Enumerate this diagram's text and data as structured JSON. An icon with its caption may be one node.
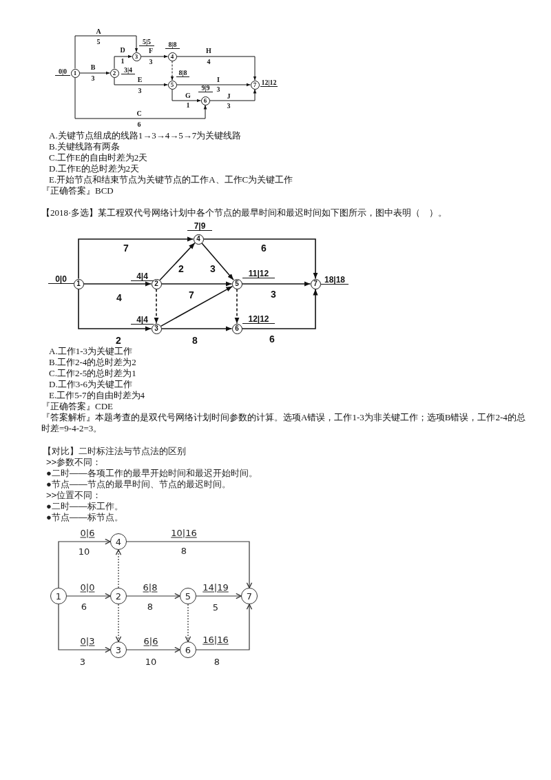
{
  "diagram": {
    "nodes": [
      {
        "text": [
          "1"
        ],
        "beside": [
          "0|0"
        ]
      },
      {
        "text": [
          "2"
        ],
        "beside": [
          "3|4"
        ]
      },
      {
        "text": [
          "3"
        ],
        "beside": [
          "5|5"
        ]
      },
      {
        "text": [
          "4"
        ],
        "beside": [
          "8|8"
        ]
      },
      {
        "text": [
          "5"
        ],
        "beside": [
          "8|8"
        ]
      },
      {
        "text": [
          "6"
        ],
        "beside": [
          "9|9"
        ]
      },
      {
        "text": [
          "7"
        ],
        "beside": [
          "12|12"
        ]
      },
      {
        "text": [
          "1"
        ],
        "beside": [
          "0|0"
        ]
      },
      {
        "text": [
          "2"
        ],
        "beside": [
          "4|4"
        ]
      },
      {
        "text": [
          "3"
        ],
        "beside": [
          "4|4"
        ]
      },
      {
        "text": [
          "4"
        ],
        "beside": [
          "7|9"
        ]
      },
      {
        "text": [
          "5"
        ],
        "beside": [
          "11|12"
        ]
      },
      {
        "text": [
          "6"
        ],
        "beside": [
          "12|12"
        ]
      },
      {
        "text": [
          "7"
        ],
        "beside": [
          "18|18"
        ]
      },
      {
        "text": [
          "1"
        ]
      },
      {
        "text": [
          "2"
        ]
      },
      {
        "text": [
          "3"
        ]
      },
      {
        "text": [
          "4"
        ]
      },
      {
        "text": [
          "5"
        ]
      },
      {
        "text": [
          "6"
        ]
      },
      {
        "text": [
          "7"
        ]
      }
    ],
    "edges": [
      {
        "from": 0,
        "to": 2,
        "arrow": "to",
        "label": "A"
      },
      {
        "from": 0,
        "to": 1,
        "arrow": "to",
        "label": "B"
      },
      {
        "from": 0,
        "to": 5,
        "arrow": "to",
        "label": "C"
      },
      {
        "from": 1,
        "to": 2,
        "arrow": "to",
        "label": "D"
      },
      {
        "from": 1,
        "to": 4,
        "arrow": "to",
        "label": "E"
      },
      {
        "from": 2,
        "to": 3,
        "arrow": "to",
        "label": "F"
      },
      {
        "from": 3,
        "to": 6,
        "arrow": "to",
        "label": "H"
      },
      {
        "from": 3,
        "to": 4,
        "arrow": "to",
        "style": "dashed"
      },
      {
        "from": 4,
        "to": 6,
        "arrow": "to",
        "label": "I"
      },
      {
        "from": 4,
        "to": 5,
        "arrow": "to",
        "label": "G"
      },
      {
        "from": 5,
        "to": 6,
        "arrow": "to",
        "label": "J"
      },
      {
        "from": 7,
        "to": 10,
        "arrow": "to",
        "label": "7"
      },
      {
        "from": 10,
        "to": 13,
        "arrow": "to",
        "label": "6"
      },
      {
        "from": 8,
        "to": 10,
        "arrow": "to",
        "label": "2"
      },
      {
        "from": 10,
        "to": 11,
        "arrow": "to",
        "label": "3"
      },
      {
        "from": 7,
        "to": 8,
        "arrow": "to",
        "label": "4"
      },
      {
        "from": 8,
        "to": 11,
        "arrow": "to",
        "label": "7"
      },
      {
        "from": 11,
        "to": 13,
        "arrow": "to",
        "label": "3"
      },
      {
        "from": 8,
        "to": 9,
        "arrow": "to",
        "style": "dashed"
      },
      {
        "from": 11,
        "to": 12,
        "arrow": "to",
        "style": "dashed"
      },
      {
        "from": 9,
        "to": 11,
        "arrow": "to"
      },
      {
        "from": 7,
        "to": 9,
        "arrow": "to",
        "label": "2"
      },
      {
        "from": 9,
        "to": 12,
        "arrow": "to",
        "label": "8"
      },
      {
        "from": 12,
        "to": 13,
        "arrow": "to",
        "label": "6"
      },
      {
        "from": 14,
        "to": 17,
        "arrow": "to",
        "label": "0|6"
      },
      {
        "from": 17,
        "to": 20,
        "arrow": "to",
        "label": "10|16"
      },
      {
        "from": 15,
        "to": 17,
        "arrow": "to",
        "style": "dashed"
      },
      {
        "from": 14,
        "to": 15,
        "arrow": "to",
        "label": "0|0"
      },
      {
        "from": 15,
        "to": 18,
        "arrow": "to",
        "label": "6|8"
      },
      {
        "from": 18,
        "to": 20,
        "arrow": "to",
        "label": "14|19"
      },
      {
        "from": 15,
        "to": 16,
        "arrow": "to",
        "style": "dashed"
      },
      {
        "from": 18,
        "to": 19,
        "arrow": "to",
        "style": "dashed"
      },
      {
        "from": 14,
        "to": 16,
        "arrow": "to",
        "label": "0|3"
      },
      {
        "from": 16,
        "to": 19,
        "arrow": "to",
        "label": "6|6"
      },
      {
        "from": 19,
        "to": 20,
        "arrow": "to",
        "label": "16|16"
      }
    ],
    "labels": [
      "5",
      "1",
      "3",
      "4",
      "3",
      "3",
      "3",
      "1",
      "3",
      "6",
      "A.关键节点组成的线路1→3→4→5→7为关键线路",
      "B.关键线路有两条",
      "C.工作E的自由时差为2天",
      "D.工作E的总时差为2天",
      "E.开始节点和结束节点为关键节点的工作A、工作C为关键工作",
      "『正确答案』BCD",
      "【2018·多选】某工程双代号网络计划中各个节点的最早时间和最迟时间如下图所示，图中表明（　）。",
      "A.工作1-3为关键工作",
      "B.工作2-4的总时差为2",
      "C.工作2-5的总时差为1",
      "D.工作3-6为关键工作",
      "E.工作5-7的自由时差为4",
      "『正确答案』CDE",
      "『答案解析』本题考查的是双代号网络计划时间参数的计算。选项A错误，工作1-3为非关键工作；选项B错误，工作2-4的总时差=9-4-2=3。",
      "【对比】二时标注法与节点法的区别",
      ">>参数不同：",
      "●二时——各项工作的最早开始时间和最迟开始时间。",
      "●节点——节点的最早时间、节点的最迟时间。",
      ">>位置不同：",
      "●二时——标工作。",
      "●节点——标节点。",
      "10",
      "8",
      "6",
      "8",
      "5",
      "3",
      "10",
      "8"
    ]
  }
}
